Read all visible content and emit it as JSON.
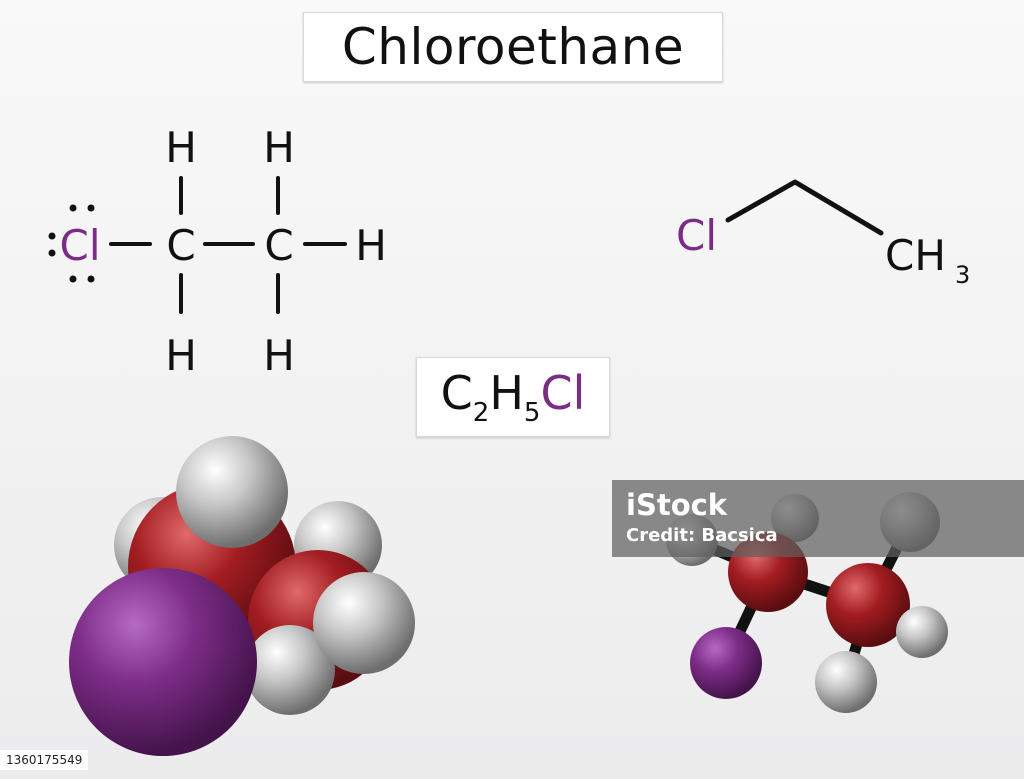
{
  "title": "Chloroethane",
  "formula": {
    "c": "C",
    "c_count": "2",
    "h": "H",
    "h_count": "5",
    "cl": "Cl"
  },
  "structural": {
    "cl": "Cl",
    "c1": "C",
    "c2": "C",
    "h_top_1": "H",
    "h_top_2": "H",
    "h_bottom_1": "H",
    "h_bottom_2": "H",
    "h_right": "H"
  },
  "skeletal": {
    "cl": "Cl",
    "ch": "CH",
    "ch_sub": "3"
  },
  "watermark": {
    "logo": "iStock",
    "credit": "Credit: Bacsica"
  },
  "image_id": "1360175549",
  "colors": {
    "chlorine": "#7b2c86",
    "carbon": "#a11c20",
    "hydrogen": "#c9c9c9",
    "bond": "#111111",
    "watermark": "#5f5f5f"
  },
  "icons": [
    "space-filling-model",
    "ball-and-stick-model",
    "lone-pair-dots"
  ]
}
